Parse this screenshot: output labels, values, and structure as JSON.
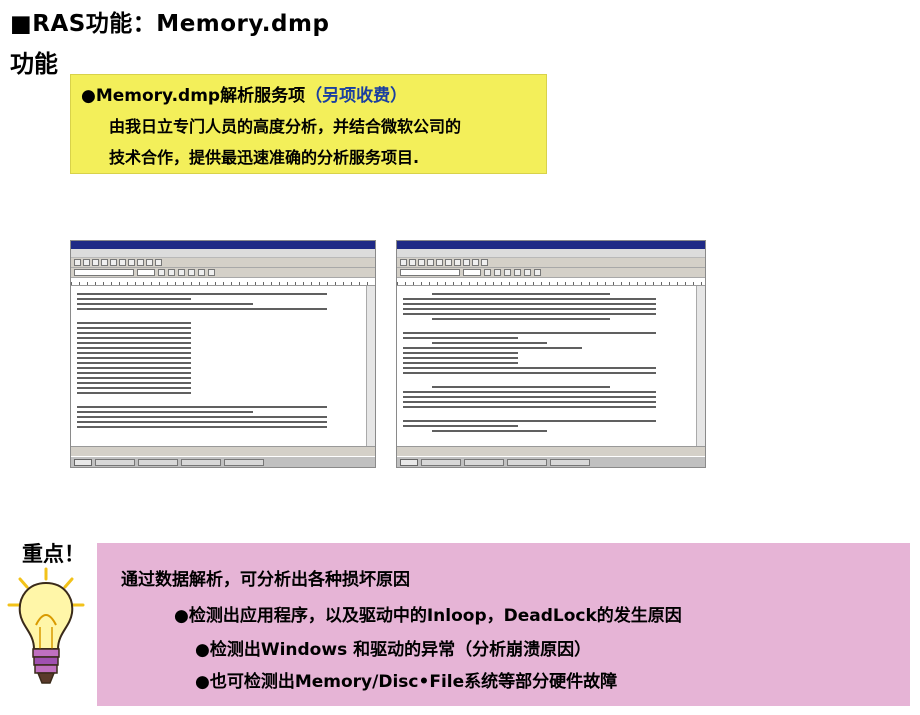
{
  "header": {
    "title": "■RAS功能：Memory.dmp",
    "subtitle": "功能"
  },
  "service_box": {
    "line1_prefix": "●Memory.dmp解析服务项",
    "line1_highlight": "（另项收费）",
    "line2": "由我日立专门人员的高度分析，并结合微软公司的",
    "line3": "技术合作，提供最迅速准确的分析服务项目."
  },
  "screenshots": [
    {
      "name": "dump-analysis-window-1",
      "content": "Windows NT Crash Dump Analysis"
    },
    {
      "name": "dump-analysis-window-2",
      "content": "thread stack listing"
    }
  ],
  "key_points": {
    "label": "重点！",
    "lead": "通过数据解析，可分析出各种损坏原因",
    "items": [
      "●检测出应用程序，以及驱动中的Inloop，DeadLock的发生原因",
      "●检测出Windows  和驱动的异常（分析崩溃原因）",
      "●也可检测出Memory/Disc•File系统等部分硬件故障"
    ]
  },
  "colors": {
    "yellow_box": "#f3ef5a",
    "pink_box": "#e6b4d6",
    "highlight_blue": "#1a3fa0"
  },
  "icons": [
    "lightbulb-icon"
  ]
}
